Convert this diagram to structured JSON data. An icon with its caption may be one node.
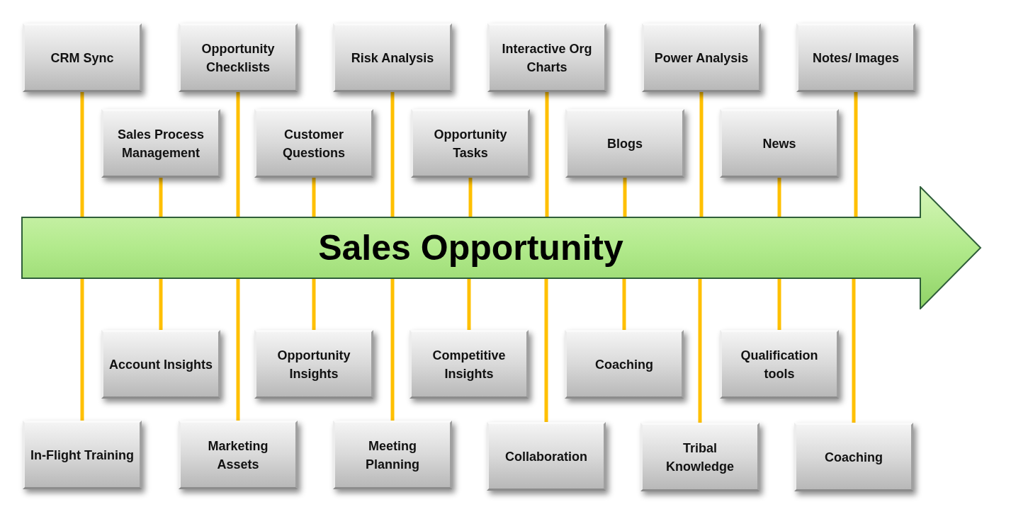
{
  "diagram": {
    "nodes": [
      {
        "text": [
          "CRM Sync"
        ]
      },
      {
        "text": [
          "Opportunity Checklists"
        ]
      },
      {
        "text": [
          "Risk Analysis"
        ]
      },
      {
        "text": [
          "Interactive Org Charts"
        ]
      },
      {
        "text": [
          "Power Analysis"
        ]
      },
      {
        "text": [
          "Notes/ Images"
        ]
      },
      {
        "text": [
          "Sales Process Management"
        ]
      },
      {
        "text": [
          "Customer Questions"
        ]
      },
      {
        "text": [
          "Opportunity Tasks"
        ]
      },
      {
        "text": [
          "Blogs"
        ]
      },
      {
        "text": [
          "News"
        ]
      },
      {
        "text": [
          "Sales Opportunity"
        ]
      },
      {
        "text": [
          "Account Insights"
        ]
      },
      {
        "text": [
          "Opportunity Insights"
        ]
      },
      {
        "text": [
          "Competitive Insights"
        ]
      },
      {
        "text": [
          "Coaching"
        ]
      },
      {
        "text": [
          "Qualification tools"
        ]
      },
      {
        "text": [
          "In-Flight Training"
        ]
      },
      {
        "text": [
          "Marketing Assets"
        ]
      },
      {
        "text": [
          "Meeting Planning"
        ]
      },
      {
        "text": [
          "Collaboration"
        ]
      },
      {
        "text": [
          "Tribal Knowledge"
        ]
      },
      {
        "text": [
          "Coaching"
        ]
      }
    ],
    "edges": [
      {
        "from": 0,
        "to": 11,
        "arrow": "none"
      },
      {
        "from": 1,
        "to": 11,
        "arrow": "none"
      },
      {
        "from": 2,
        "to": 11,
        "arrow": "none"
      },
      {
        "from": 3,
        "to": 11,
        "arrow": "none"
      },
      {
        "from": 4,
        "to": 11,
        "arrow": "none"
      },
      {
        "from": 5,
        "to": 11,
        "arrow": "none"
      },
      {
        "from": 6,
        "to": 11,
        "arrow": "none"
      },
      {
        "from": 7,
        "to": 11,
        "arrow": "none"
      },
      {
        "from": 8,
        "to": 11,
        "arrow": "none"
      },
      {
        "from": 9,
        "to": 11,
        "arrow": "none"
      },
      {
        "from": 10,
        "to": 11,
        "arrow": "none"
      },
      {
        "from": 12,
        "to": 11,
        "arrow": "none"
      },
      {
        "from": 13,
        "to": 11,
        "arrow": "none"
      },
      {
        "from": 14,
        "to": 11,
        "arrow": "none"
      },
      {
        "from": 15,
        "to": 11,
        "arrow": "none"
      },
      {
        "from": 16,
        "to": 11,
        "arrow": "none"
      },
      {
        "from": 17,
        "to": 11,
        "arrow": "none"
      },
      {
        "from": 18,
        "to": 11,
        "arrow": "none"
      },
      {
        "from": 19,
        "to": 11,
        "arrow": "none"
      },
      {
        "from": 20,
        "to": 11,
        "arrow": "none"
      },
      {
        "from": 21,
        "to": 11,
        "arrow": "none"
      },
      {
        "from": 22,
        "to": 11,
        "arrow": "none"
      }
    ]
  }
}
